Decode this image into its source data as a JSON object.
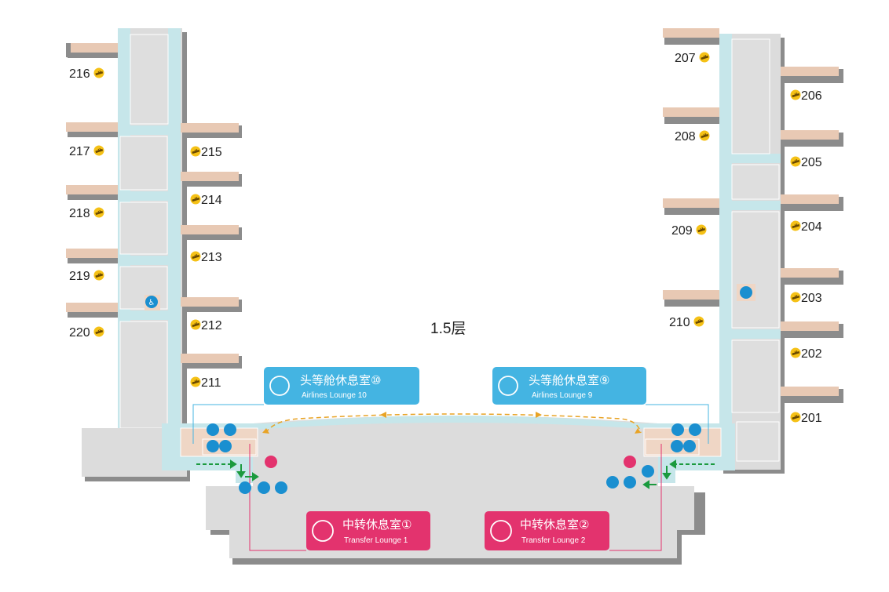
{
  "floor_label": "1.5层",
  "gates": {
    "left_outer": [
      "216",
      "217",
      "218",
      "219",
      "220"
    ],
    "left_inner": [
      "215",
      "214",
      "213",
      "212",
      "211"
    ],
    "right_outer": [
      "206",
      "205",
      "204",
      "203",
      "202",
      "201"
    ],
    "right_inner": [
      "207",
      "208",
      "209",
      "210"
    ]
  },
  "lounges": {
    "first_class_left": {
      "name": "头等舱休息室⑩",
      "english": "Airlines Lounge 10"
    },
    "first_class_right": {
      "name": "头等舱休息室⑨",
      "english": "Airlines Lounge 9"
    },
    "transfer_left": {
      "name": "中转休息室①",
      "english": "Transfer Lounge 1"
    },
    "transfer_right": {
      "name": "中转休息室②",
      "english": "Transfer Lounge 2"
    }
  },
  "icons": [
    "gate-plane-icon",
    "restroom-icon",
    "elevator-icon",
    "escalator-icon",
    "stairs-icon",
    "lounge-seat-icon",
    "transfer-icon"
  ],
  "colors": {
    "corridor": "#c6e6ea",
    "building": "#dcdcdc",
    "shadow": "#8c8c8c",
    "room": "#efd6c5",
    "bridge": "#e8c9b4",
    "lounge_first": "#44b4e2",
    "lounge_transfer": "#e3336e",
    "icon_blue": "#1a8fd0",
    "gate_badge": "#f5c116",
    "path_arrow": "#1b9a3e",
    "dashed_path": "#e8a325"
  }
}
